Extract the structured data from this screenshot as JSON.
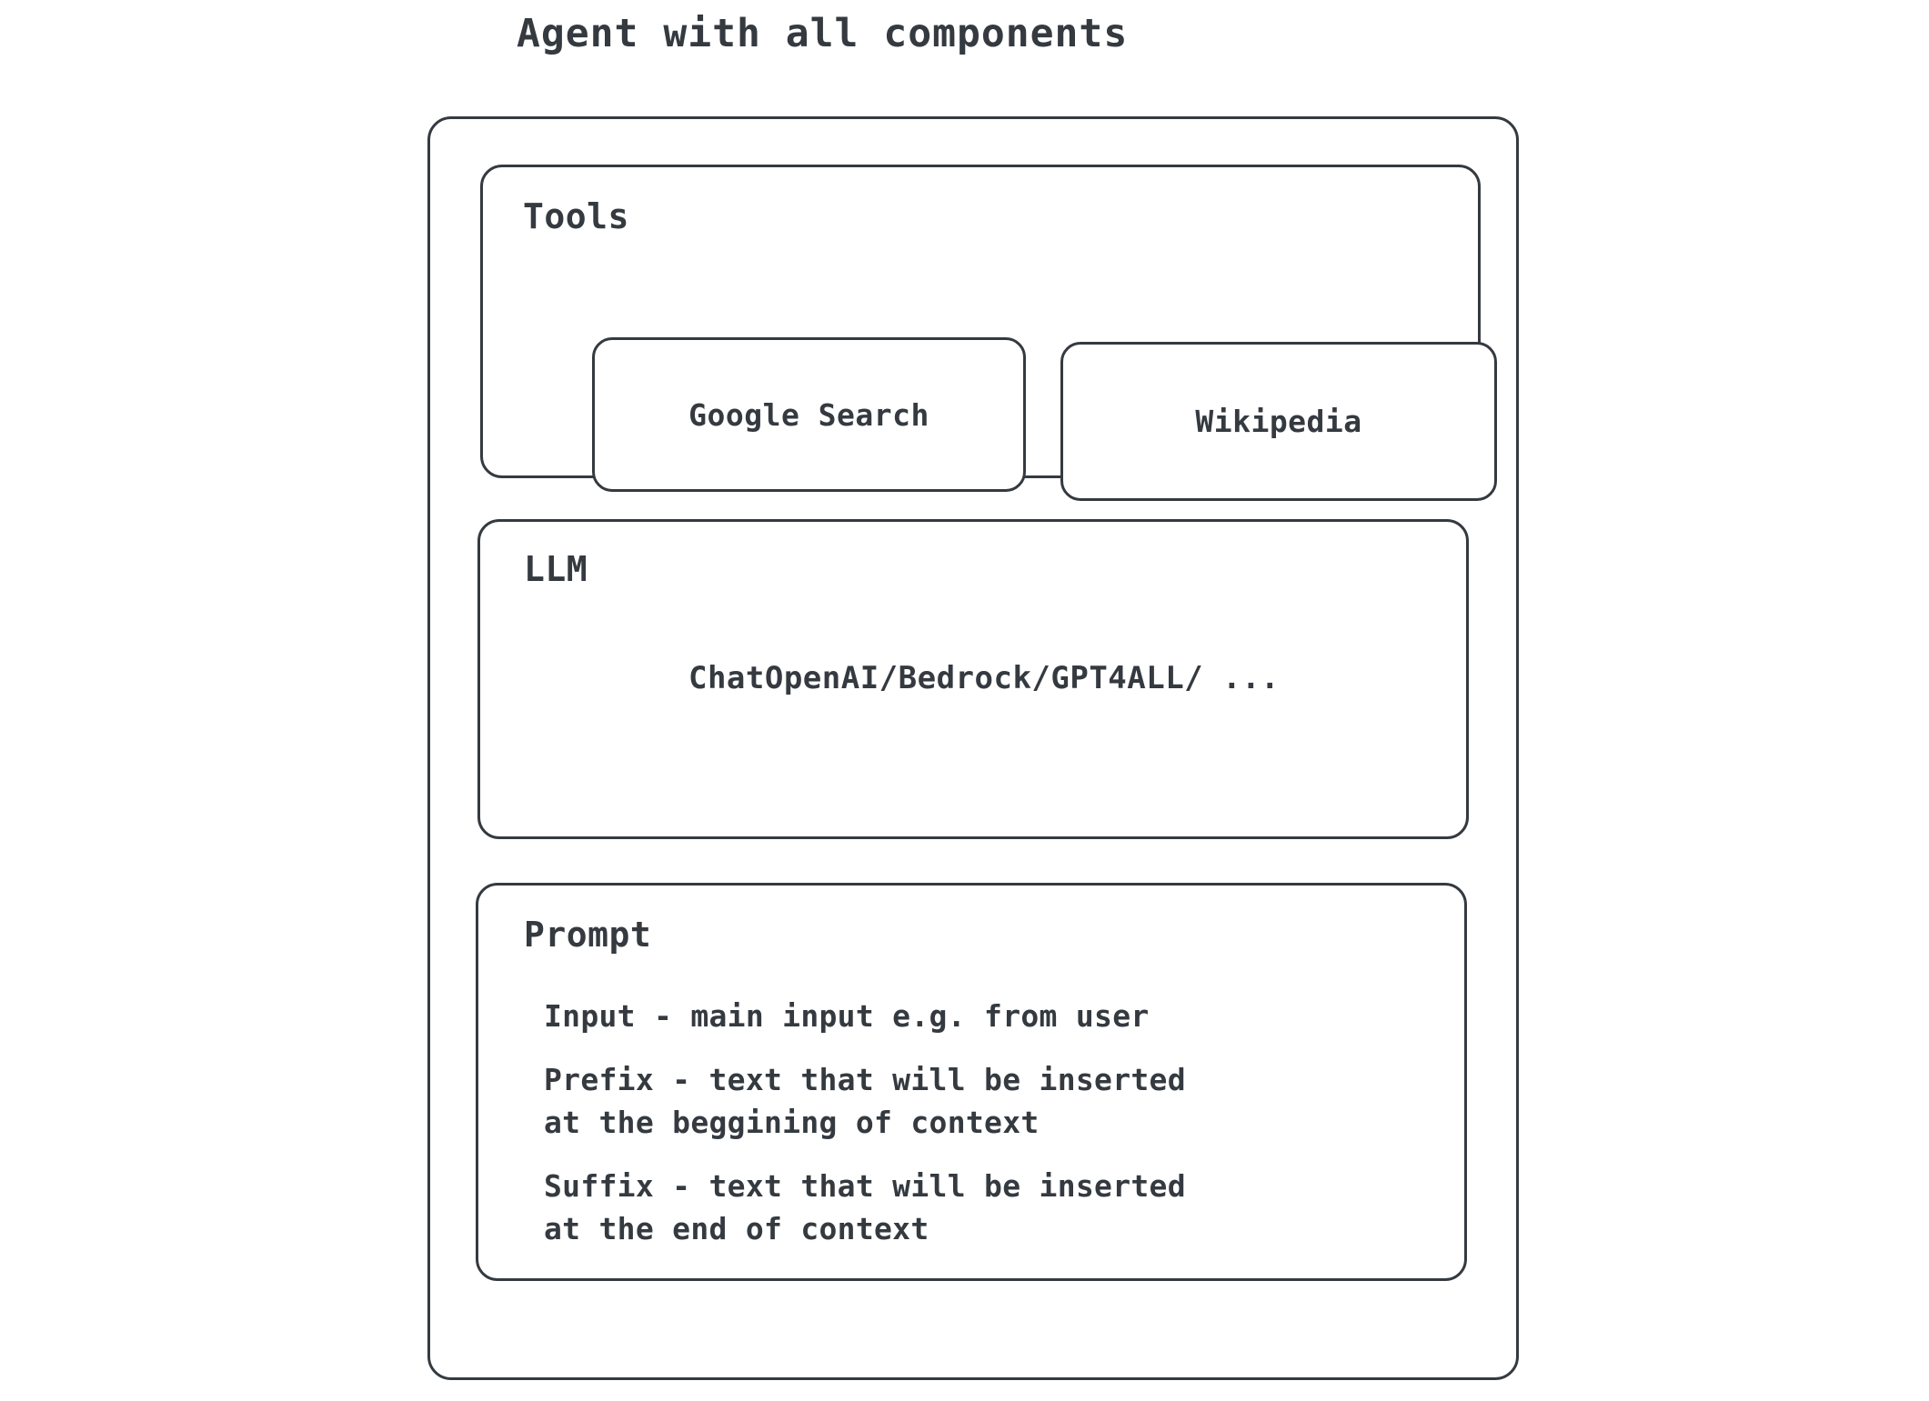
{
  "diagram": {
    "title": "Agent with all components",
    "accent_color": "#343a40",
    "background_color": "#ffffff",
    "sections": [
      {
        "id": "tools",
        "title": "Tools",
        "tools": [
          {
            "label": "Google Search"
          },
          {
            "label": "Wikipedia"
          }
        ]
      },
      {
        "id": "llm",
        "title": "LLM",
        "model": "ChatOpenAI/Bedrock/GPT4ALL/ ..."
      },
      {
        "id": "prompt",
        "title": "Prompt",
        "items": [
          {
            "name": "Input",
            "lines": [
              "Input - main input e.g. from user"
            ]
          },
          {
            "name": "Prefix",
            "lines": [
              "Prefix - text that will be inserted",
              "at the beggining of context"
            ]
          },
          {
            "name": "Suffix",
            "lines": [
              "Suffix - text that will be inserted",
              "at the end of context"
            ]
          }
        ]
      }
    ]
  }
}
